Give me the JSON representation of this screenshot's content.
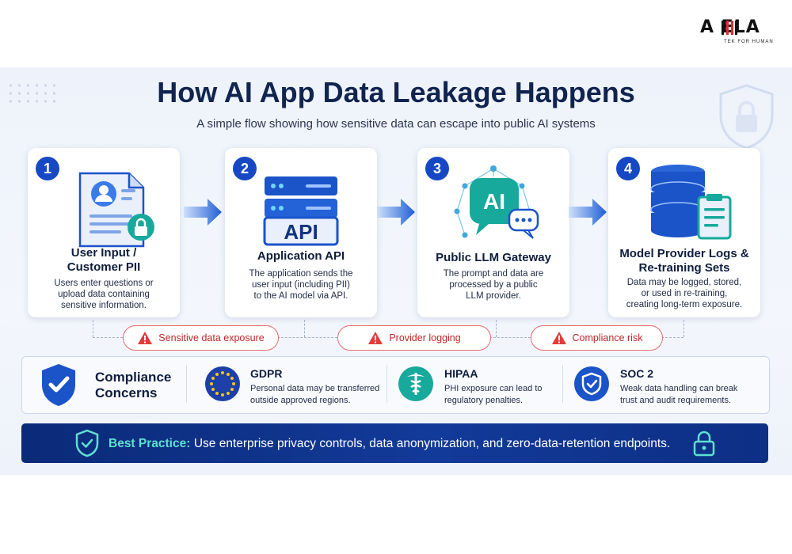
{
  "brand": {
    "logo_text": "A  ELA",
    "tagline": "TEK FOR HUMAN"
  },
  "header": {
    "title": "How AI App Data Leakage Happens",
    "subtitle": "A simple flow showing how sensitive data can escape into public AI systems"
  },
  "steps": [
    {
      "number": "1",
      "title_line1": "User Input /",
      "title_line2": "Customer PII",
      "desc_line1": "Users enter questions or",
      "desc_line2": "upload data containing",
      "desc_line3": "sensitive information."
    },
    {
      "number": "2",
      "title_line1": "Application API",
      "title_line2": "",
      "desc_line1": "The application sends the",
      "desc_line2": "user input (including PII)",
      "desc_line3": "to the AI model via API.",
      "icon_label": "API"
    },
    {
      "number": "3",
      "title_line1": "Public LLM Gateway",
      "title_line2": "",
      "desc_line1": "The prompt and data are",
      "desc_line2": "processed by a public",
      "desc_line3": "LLM provider.",
      "icon_label": "AI"
    },
    {
      "number": "4",
      "title_line1": "Model Provider Logs &",
      "title_line2": "Re-training Sets",
      "desc_line1": "Data may be logged, stored,",
      "desc_line2": "or used in re-training,",
      "desc_line3": "creating long-term exposure."
    }
  ],
  "risks": [
    "Sensitive data exposure",
    "Provider logging",
    "Compliance risk"
  ],
  "compliance": {
    "heading_line1": "Compliance",
    "heading_line2": "Concerns",
    "items": [
      {
        "title": "GDPR",
        "desc_line1": "Personal data may be transferred",
        "desc_line2": "outside approved regions."
      },
      {
        "title": "HIPAA",
        "desc_line1": "PHI exposure can lead to",
        "desc_line2": "regulatory penalties."
      },
      {
        "title": "SOC 2",
        "desc_line1": "Weak data handling can break",
        "desc_line2": "trust and audit requirements."
      }
    ]
  },
  "best_practice": {
    "label": "Best Practice:",
    "text": "Use enterprise privacy controls, data anonymization, and zero-data-retention endpoints."
  },
  "colors": {
    "primary": "#1748c4",
    "navy": "#11244f",
    "risk": "#e23b3b",
    "teal": "#5ee0d0",
    "banner": "#0b2a78"
  }
}
